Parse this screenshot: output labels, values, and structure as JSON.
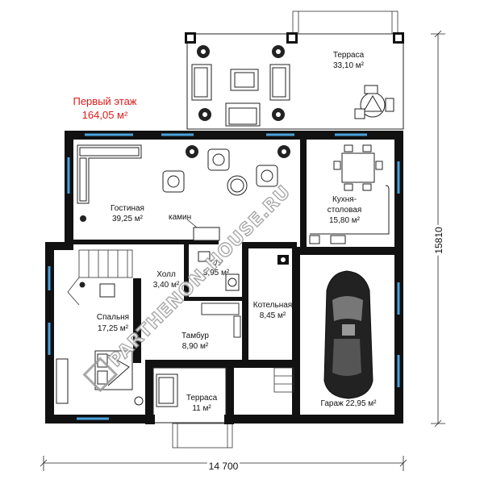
{
  "floor": {
    "title": "Первый этаж",
    "area": "164,05 м²"
  },
  "rooms": {
    "terrace_top": {
      "name": "Терраса",
      "area": "33,10 м²"
    },
    "living": {
      "name": "Гостиная",
      "area": "39,25 м²"
    },
    "kitchen": {
      "name_line1": "Кухня-",
      "name_line2": "столовая",
      "area": "15,80 м²"
    },
    "hall": {
      "name": "Холл",
      "area": "3,40 м²"
    },
    "wc": {
      "name": "С/У",
      "area": "3,95 м²"
    },
    "bedroom": {
      "name": "Спальня",
      "area": "17,25 м²"
    },
    "boiler": {
      "name": "Котельная",
      "area": "8,45 м²"
    },
    "vestibule": {
      "name": "Тамбур",
      "area": "8,90 м²"
    },
    "terrace_bottom": {
      "name": "Терраса",
      "area": "11 м²"
    },
    "garage": {
      "name": "Гараж 22,95 м²"
    },
    "fireplace": {
      "name": "камин"
    }
  },
  "dimensions": {
    "width": "14 700",
    "depth": "15810"
  },
  "watermark": "PARTHENON-HOUSE.RU",
  "colors": {
    "wall": "#111111",
    "title": "#e01818",
    "window": "#4aa3df"
  }
}
